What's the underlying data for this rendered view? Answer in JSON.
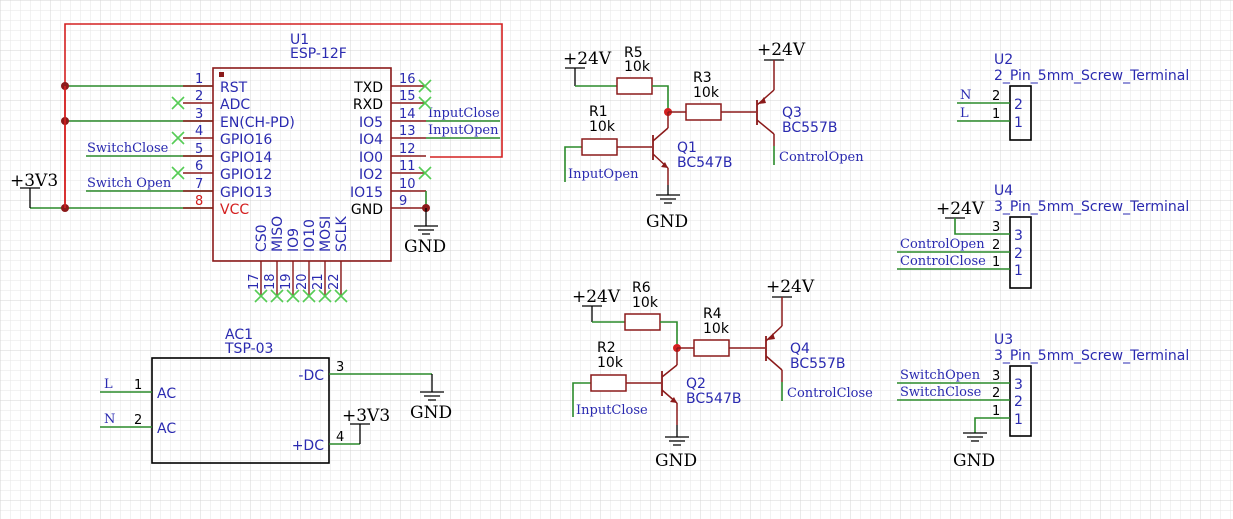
{
  "colors": {
    "wire": "#2a8a2a",
    "body": "#8b1a1a",
    "symbol_text": "#2a2ab0",
    "rail": "#d42020",
    "noconnect": "#55cc55",
    "grid_minor": "#e6e6e6",
    "grid_major": "#d0d0d0",
    "text": "#000000",
    "vcc_text": "#d42020"
  },
  "power_labels": {
    "v3_left": "+3V3",
    "v3_ac": "+3V3",
    "v24_r5": "+24V",
    "v24_q3": "+24V",
    "v24_u4": "+24V",
    "v24_r6": "+24V",
    "v24_q4": "+24V",
    "gnd_u1": "GND",
    "gnd_q1": "GND",
    "gnd_ac": "GND",
    "gnd_q2": "GND",
    "gnd_u3": "GND"
  },
  "u1": {
    "ref": "U1",
    "value": "ESP-12F",
    "left_pins": [
      {
        "num": "1",
        "name": "RST"
      },
      {
        "num": "2",
        "name": "ADC"
      },
      {
        "num": "3",
        "name": "EN(CH-PD)"
      },
      {
        "num": "4",
        "name": "GPIO16"
      },
      {
        "num": "5",
        "name": "GPIO14"
      },
      {
        "num": "6",
        "name": "GPIO12"
      },
      {
        "num": "7",
        "name": "GPIO13"
      },
      {
        "num": "8",
        "name": "VCC"
      }
    ],
    "right_pins": [
      {
        "num": "16",
        "name": "TXD"
      },
      {
        "num": "15",
        "name": "RXD"
      },
      {
        "num": "14",
        "name": "IO5"
      },
      {
        "num": "13",
        "name": "IO4"
      },
      {
        "num": "12",
        "name": "IO0"
      },
      {
        "num": "11",
        "name": "IO2"
      },
      {
        "num": "10",
        "name": "IO15"
      },
      {
        "num": "9",
        "name": "GND"
      }
    ],
    "bottom_pins": [
      {
        "num": "17",
        "name": "CS0"
      },
      {
        "num": "18",
        "name": "MISO"
      },
      {
        "num": "19",
        "name": "IO9"
      },
      {
        "num": "20",
        "name": "IO10"
      },
      {
        "num": "21",
        "name": "MOSI"
      },
      {
        "num": "22",
        "name": "SCLK"
      }
    ]
  },
  "net_labels": {
    "u1_switch_close": "SwitchClose",
    "u1_switch_open": "Switch Open",
    "u1_input_close": "InputClose",
    "u1_input_open": "InputOpen",
    "q1_input_open": "InputOpen",
    "q2_input_close": "InputClose",
    "q3_control_open": "ControlOpen",
    "q4_control_close": "ControlClose",
    "u4_control_open": "ControlOpen",
    "u4_control_close": "ControlClose",
    "u3_switch_open": "SwitchOpen",
    "u3_switch_close": "SwitchClose",
    "u2_n": "N",
    "u2_l": "L",
    "ac_l": "L",
    "ac_n": "N"
  },
  "ac1": {
    "ref": "AC1",
    "value": "TSP-03",
    "pins": [
      {
        "num": "1",
        "name": "AC"
      },
      {
        "num": "2",
        "name": "AC"
      },
      {
        "num": "3",
        "name": "-DC"
      },
      {
        "num": "4",
        "name": "+DC"
      }
    ]
  },
  "resistors": [
    {
      "ref": "R5",
      "value": "10k"
    },
    {
      "ref": "R1",
      "value": "10k"
    },
    {
      "ref": "R3",
      "value": "10k"
    },
    {
      "ref": "R6",
      "value": "10k"
    },
    {
      "ref": "R2",
      "value": "10k"
    },
    {
      "ref": "R4",
      "value": "10k"
    }
  ],
  "transistors": [
    {
      "ref": "Q1",
      "value": "BC547B"
    },
    {
      "ref": "Q3",
      "value": "BC557B"
    },
    {
      "ref": "Q2",
      "value": "BC547B"
    },
    {
      "ref": "Q4",
      "value": "BC557B"
    }
  ],
  "terminals": {
    "u2": {
      "ref": "U2",
      "value": "2_Pin_5mm_Screw_Terminal",
      "pins": [
        "2",
        "1"
      ],
      "labels": [
        "2",
        "1"
      ]
    },
    "u4": {
      "ref": "U4",
      "value": "3_Pin_5mm_Screw_Terminal",
      "pins": [
        "3",
        "2",
        "1"
      ],
      "labels": [
        "3",
        "2",
        "1"
      ]
    },
    "u3": {
      "ref": "U3",
      "value": "3_Pin_5mm_Screw_Terminal",
      "pins": [
        "3",
        "2",
        "1"
      ],
      "labels": [
        "3",
        "2",
        "1"
      ]
    }
  }
}
